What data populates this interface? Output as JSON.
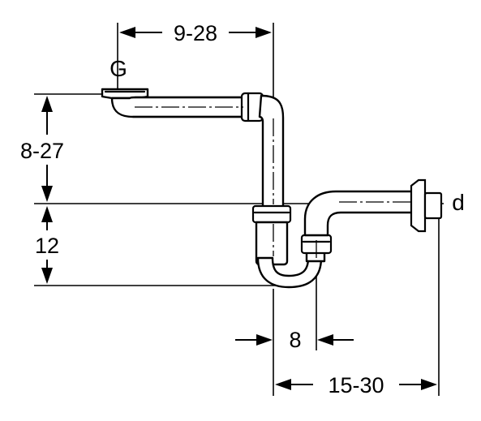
{
  "diagram": {
    "labels": {
      "inlet_connection": "G",
      "outlet_diameter": "d"
    },
    "dimensions": {
      "horizontal_offset_top": "9-28",
      "vertical_height_upper": "8-27",
      "vertical_height_lower": "12",
      "trap_offset": "8",
      "outlet_horizontal_span": "15-30"
    }
  }
}
